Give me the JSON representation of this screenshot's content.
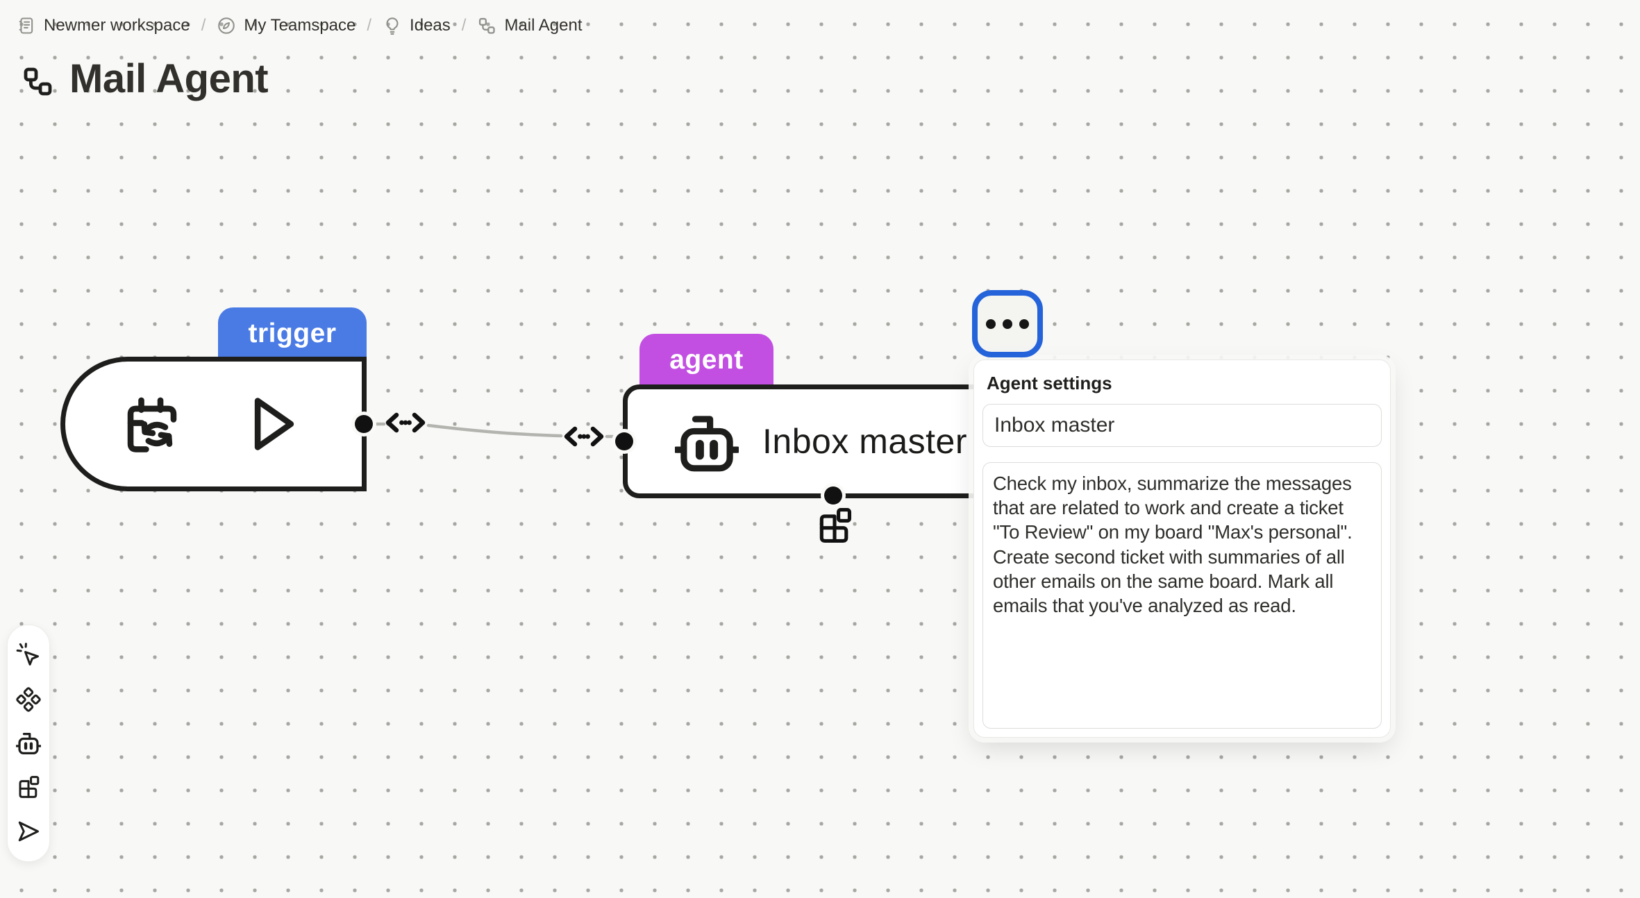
{
  "breadcrumb": {
    "separator": "/",
    "items": [
      {
        "label": "Newmer workspace",
        "icon": "workspace-icon"
      },
      {
        "label": "My Teamspace",
        "icon": "teamspace-compass-icon"
      },
      {
        "label": "Ideas",
        "icon": "lightbulb-icon"
      },
      {
        "label": "Mail Agent",
        "icon": "workflow-icon"
      }
    ]
  },
  "page": {
    "title": "Mail Agent",
    "title_icon": "workflow-icon"
  },
  "nodes": {
    "trigger": {
      "badge": "trigger",
      "badge_color": "#4A7BE5",
      "icons": [
        "calendar-sync-icon",
        "play-icon"
      ]
    },
    "agent": {
      "badge": "agent",
      "badge_color": "#C24FE2",
      "name": "Inbox master",
      "icon": "robot-icon",
      "options_icon": "more-options-ellipsis-icon",
      "attachment_icon": "blocks-icon"
    },
    "connection": {
      "handle_icon": "drag-connection-icon",
      "color": "#B3B3B0"
    }
  },
  "panel": {
    "title": "Agent settings",
    "name_value": "Inbox master",
    "instructions_value": "Check my inbox, summarize the messages that are related to work and create a ticket \"To Review\" on my board \"Max's personal\". Create second ticket with summaries of all other emails on the same board. Mark all emails that you've analyzed as read."
  },
  "toolbar": {
    "tools": [
      "ai-cursor-icon",
      "shapes-icon",
      "robot-icon",
      "blocks-icon",
      "send-icon"
    ]
  },
  "colors": {
    "selection_blue": "#2463D9",
    "trigger_blue": "#4A7BE5",
    "agent_purple": "#C24FE2",
    "node_border": "#1E1E1C",
    "canvas_bg": "#F8F8F6",
    "dot_gray": "#A6A6A3"
  }
}
